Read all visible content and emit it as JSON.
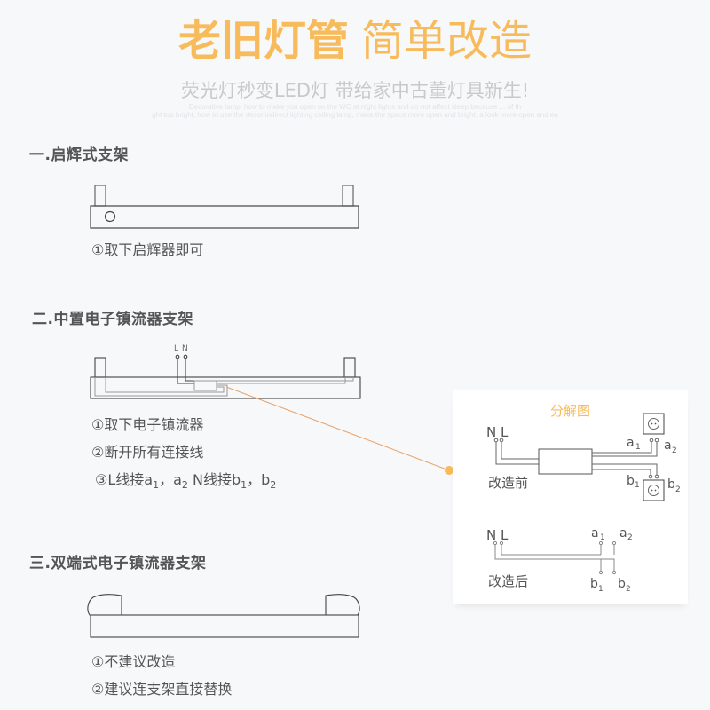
{
  "header": {
    "title_bold": "老旧灯管",
    "title_light": "简单改造",
    "subtitle": "荧光灯秒变LED灯 带给家中古董灯具新生!",
    "faint_line_1": "Decorative lamp, how to make you open on the WC at night lights and do not affect sleep because ... of th",
    "faint_line_2": "ght too bright, how to use the decor indirect lighting ceiling lamp, make the space more open and bright, a look more open and ea"
  },
  "colors": {
    "accent": "#f7bb5c",
    "connector_line": "#e8a36a",
    "text": "#555555",
    "background": "#f7f8fa"
  },
  "sections": [
    {
      "title": "一.启辉式支架",
      "steps": [
        "①取下启辉器即可"
      ]
    },
    {
      "title": "二.中置电子镇流器支架",
      "wire_labels": [
        "L",
        "N"
      ],
      "steps": [
        "①取下电子镇流器",
        "②断开所有连接线"
      ],
      "step3": {
        "prefix": "③L线接a",
        "a1_sub": "1",
        "sep1": "，a",
        "a2_sub": "2",
        "mid": " N线接b",
        "b1_sub": "1",
        "sep2": "，b",
        "b2_sub": "2"
      }
    },
    {
      "title": "三.双端式电子镇流器支架",
      "steps": [
        "①不建议改造",
        "②建议连支架直接替换"
      ]
    }
  ],
  "exploded_view": {
    "title": "分解图",
    "before": {
      "label": "改造前",
      "inputs": [
        "N",
        "L"
      ],
      "outputs_top": [
        "a",
        "1",
        "a",
        "2"
      ],
      "outputs_bottom": [
        "b",
        "1",
        "b",
        "2"
      ]
    },
    "after": {
      "label": "改造后",
      "inputs": [
        "N",
        "L"
      ],
      "outputs_top": [
        "a",
        "1",
        "a",
        "2"
      ],
      "outputs_bottom": [
        "b",
        "1",
        "b",
        "2"
      ]
    }
  }
}
